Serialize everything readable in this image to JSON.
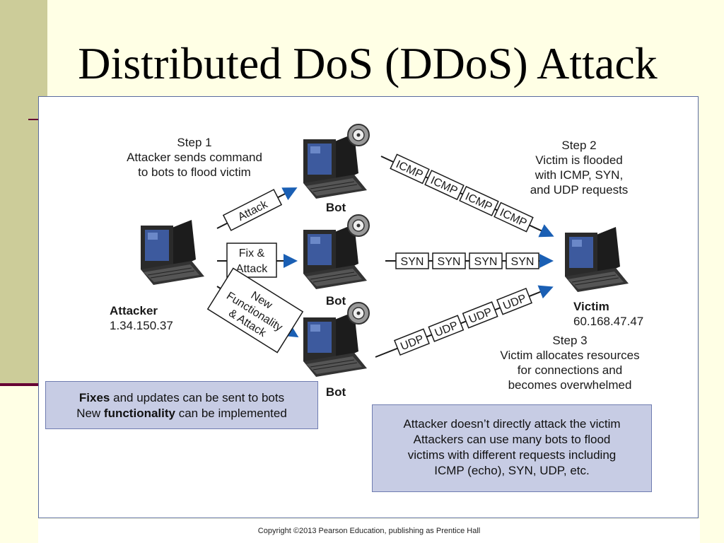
{
  "slide": {
    "title": "Distributed DoS (DDoS) Attack"
  },
  "diagram": {
    "step1": {
      "heading": "Step 1",
      "lines": [
        "Attacker sends command",
        "to bots to flood victim"
      ]
    },
    "step2": {
      "heading": "Step 2",
      "lines": [
        "Victim is flooded",
        "with ICMP, SYN,",
        "and UDP requests"
      ]
    },
    "step3": {
      "heading": "Step 3",
      "lines": [
        "Victim allocates resources",
        "for connections and",
        "becomes overwhelmed"
      ]
    },
    "attacker": {
      "label": "Attacker",
      "ip": "1.34.150.37"
    },
    "victim": {
      "label": "Victim",
      "ip": "60.168.47.47"
    },
    "bot_label": "Bot",
    "commands": {
      "attack": "Attack",
      "fix_attack": [
        "Fix &",
        "Attack"
      ],
      "new_functionality": [
        "New",
        "Functionality",
        "& Attack"
      ]
    },
    "packets": {
      "icmp": [
        "ICMP",
        "ICMP",
        "ICMP",
        "ICMP"
      ],
      "syn": [
        "SYN",
        "SYN",
        "SYN",
        "SYN"
      ],
      "udp": [
        "UDP",
        "UDP",
        "UDP",
        "UDP"
      ]
    },
    "note_left": {
      "line1": {
        "bold": "Fixes",
        "rest": " and updates can be sent to bots"
      },
      "line2": {
        "pre": "New ",
        "bold": "functionality",
        "rest": " can be implemented"
      }
    },
    "note_right": {
      "lines": [
        "Attacker doesn’t directly attack the victim",
        "Attackers can use many bots to flood",
        "victims with different requests including",
        "ICMP (echo), SYN, UDP, etc."
      ]
    }
  },
  "footer": {
    "copyright": "Copyright ©2013 Pearson Education, publishing as Prentice Hall"
  },
  "colors": {
    "left_bar": "#cccc99",
    "rule": "#660033",
    "box_fill": "#c7cce4",
    "monitor": "#3d5a9e"
  }
}
